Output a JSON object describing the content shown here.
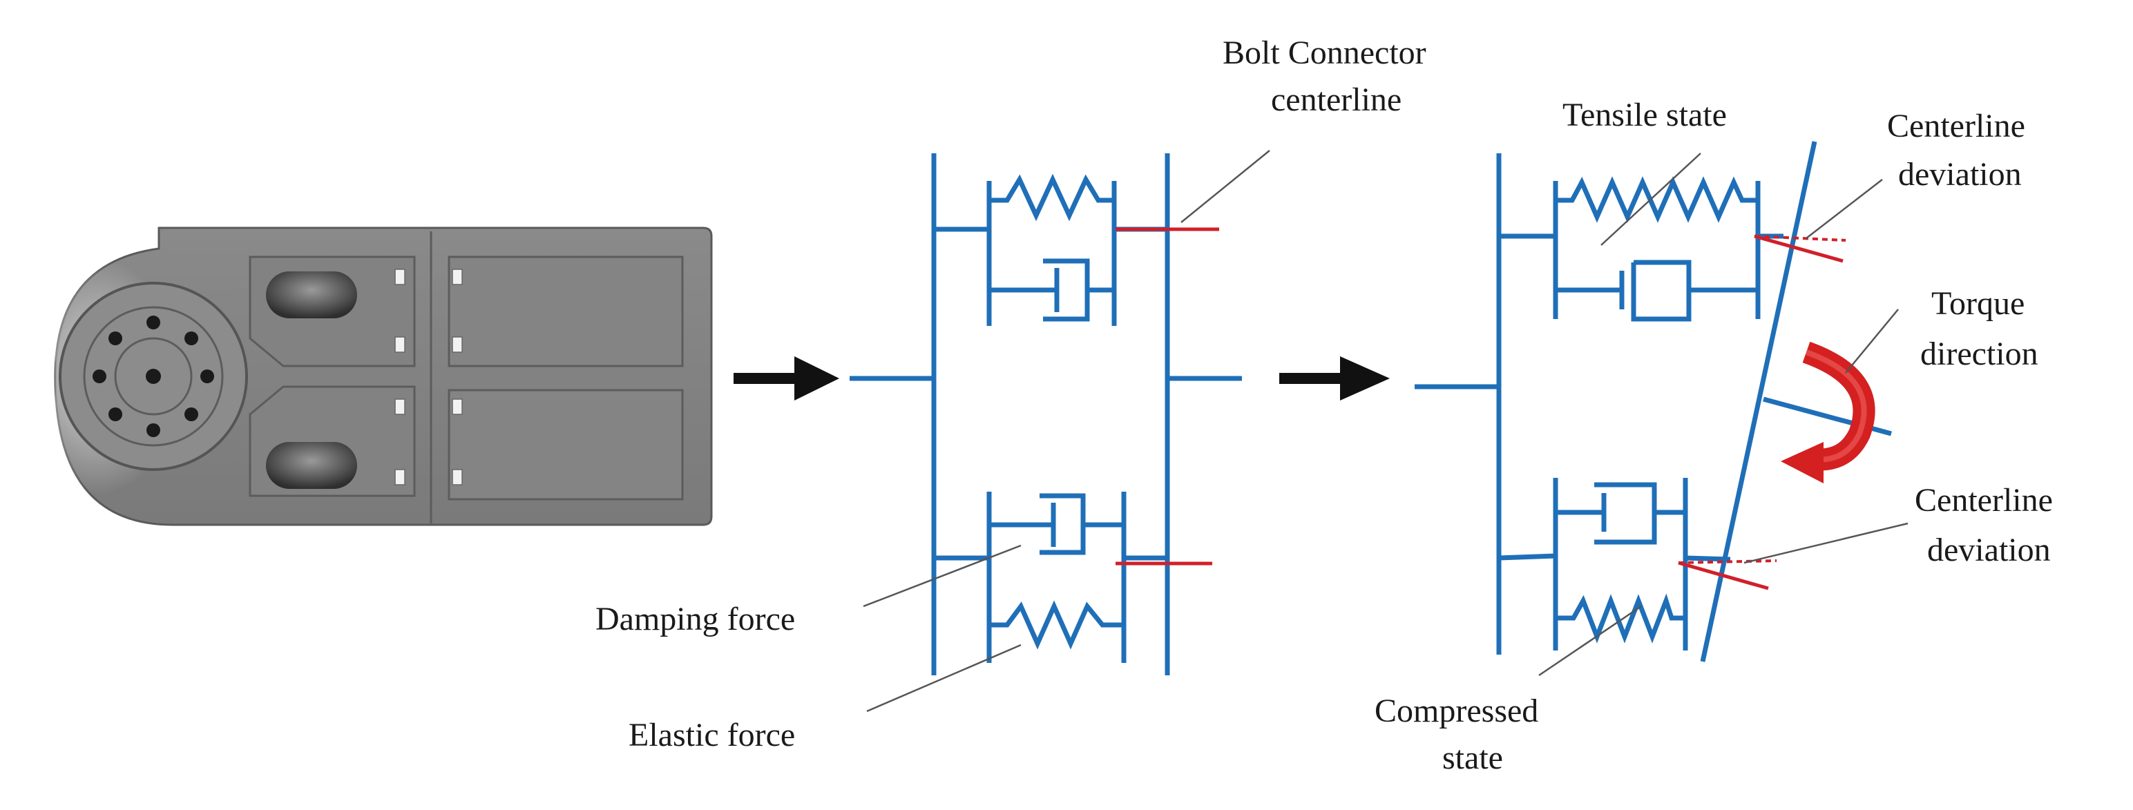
{
  "labels": {
    "bolt_connector_line1": "Bolt Connector",
    "bolt_connector_line2": "centerline",
    "damping_force": "Damping force",
    "elastic_force": "Elastic force",
    "tensile_state": "Tensile state",
    "centerline_deviation_top_line1": "Centerline",
    "centerline_deviation_top_line2": "deviation",
    "torque_direction_line1": "Torque",
    "torque_direction_line2": "direction",
    "centerline_deviation_bottom_line1": "Centerline",
    "centerline_deviation_bottom_line2": "deviation",
    "compressed_state_line1": "Compressed",
    "compressed_state_line2": "state"
  },
  "colors": {
    "model_line": "#1f6fb8",
    "centerline": "#d0202a",
    "torque_arrow": "#d42020",
    "arrow": "#111111"
  }
}
